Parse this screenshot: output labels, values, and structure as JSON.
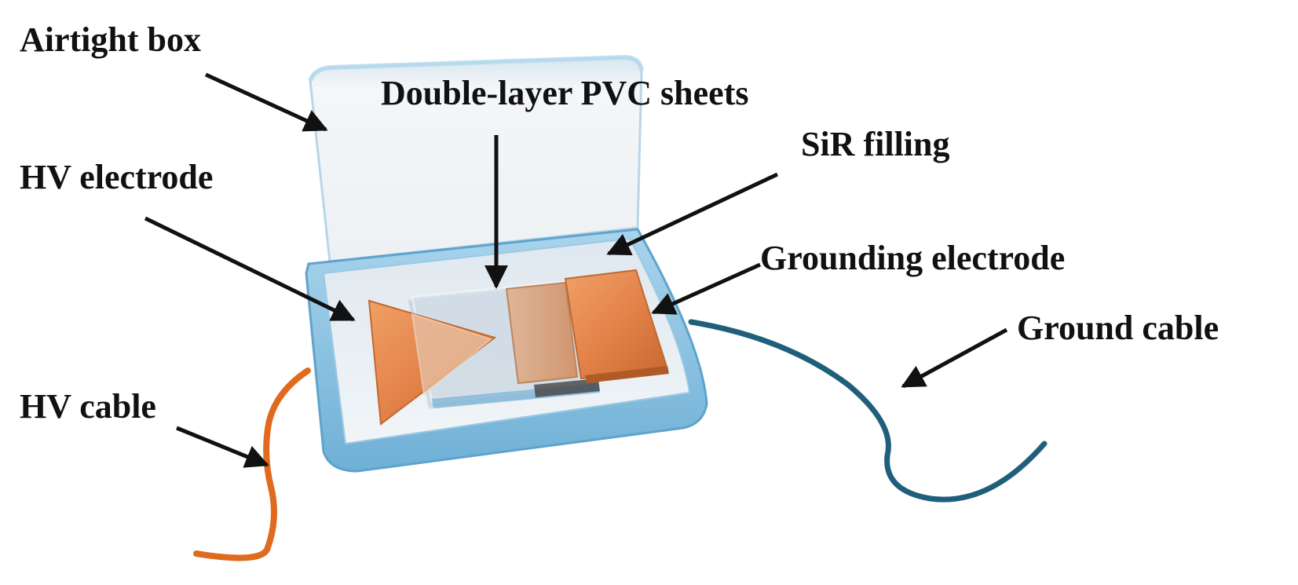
{
  "labels": {
    "airtight_box": "Airtight box",
    "pvc_sheets": "Double-layer PVC sheets",
    "sir_filling": "SiR filling",
    "hv_electrode": "HV electrode",
    "grounding_electrode": "Grounding electrode",
    "ground_cable": "Ground cable",
    "hv_cable": "HV cable"
  },
  "colors": {
    "hv_cable": "#e06a1e",
    "ground_cable": "#1f5f7a",
    "electrode": "#e0864a",
    "box_rim": "#7fbde0",
    "box_floor": "#e6eef5",
    "lid": "#f1f3f6",
    "arrow": "#111111"
  }
}
